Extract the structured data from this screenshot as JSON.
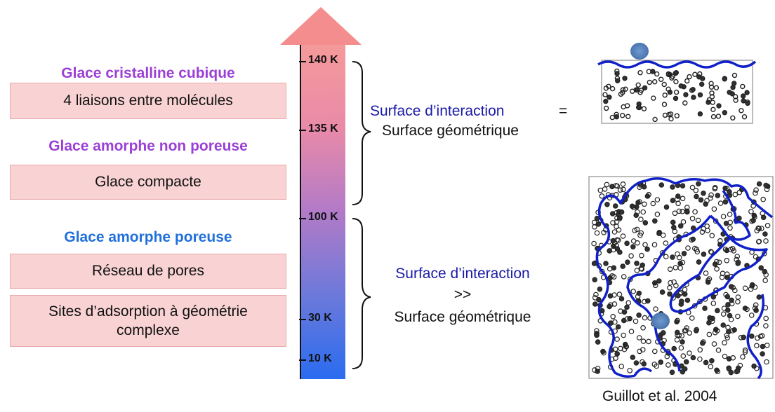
{
  "left": {
    "headings": {
      "crystalline": "Glace cristalline cubique",
      "amorphous_nonporous": "Glace amorphe non poreuse",
      "amorphous_porous": "Glace amorphe poreuse"
    },
    "boxes": {
      "bonds": "4 liaisons entre molécules",
      "compact": "Glace compacte",
      "pore_network": "Réseau de pores",
      "adsorption_sites": "Sites d’adsorption à géométrie complexe"
    }
  },
  "temperature_scale": {
    "ticks": [
      "140 K",
      "135 K",
      "100 K",
      "30 K",
      "10 K"
    ],
    "colors": {
      "top": "#f39a9a",
      "middle": "#a878c8",
      "bottom": "#2f6fe8",
      "arrow": "#f48e8e"
    }
  },
  "interaction": {
    "upper": {
      "term": "Surface d’interaction",
      "operator": "=",
      "geometric": "Surface géométrique"
    },
    "lower": {
      "term": "Surface d’interaction",
      "operator": ">>",
      "geometric": "Surface géométrique"
    }
  },
  "citation": "Guillot et al.  2004",
  "colors": {
    "crystalline_heading": "#9b3fd6",
    "nonporous_heading": "#9b3fd6",
    "porous_heading": "#1f6fdc",
    "interaction_text": "#1a1aa8",
    "box_fill": "#f9d3d3",
    "contour": "#1020c8",
    "adsorbate": "#5a86c0"
  }
}
